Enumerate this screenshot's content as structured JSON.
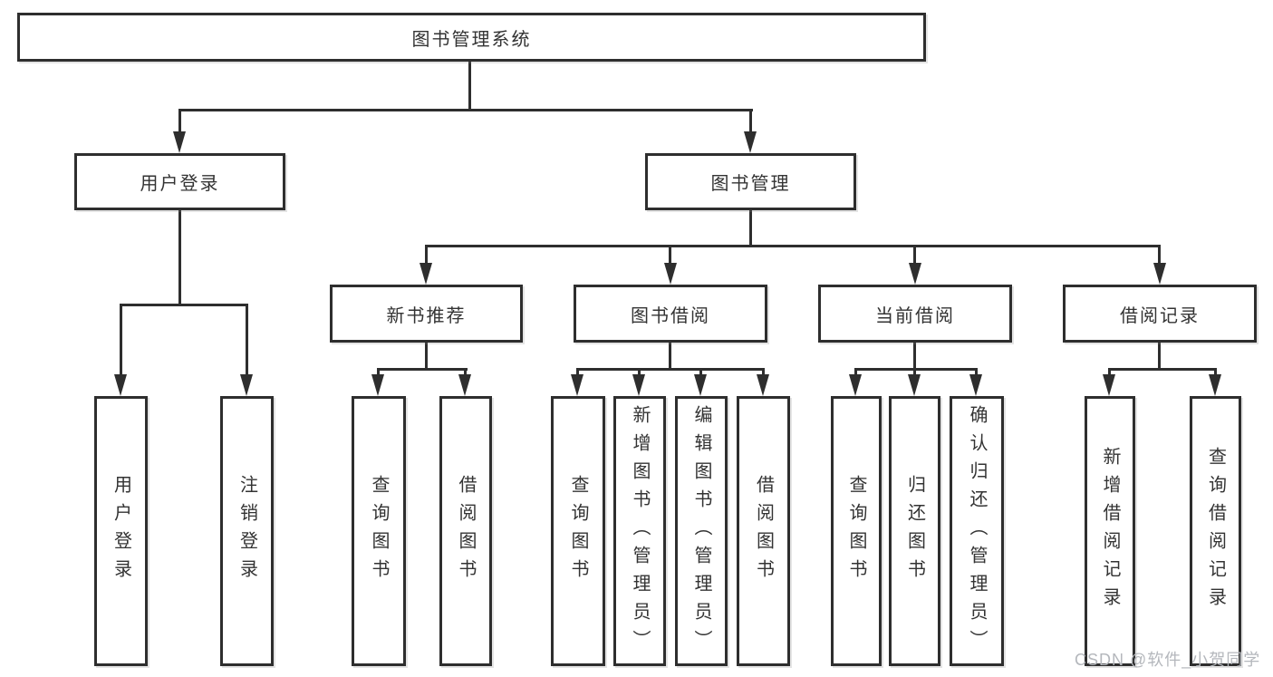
{
  "colors": {
    "background": "#ffffff",
    "line": "#2e2e2e",
    "text": "#333333",
    "box_fill": "#ffffff",
    "watermark": "#b4b7bc"
  },
  "watermark": {
    "text": "CSDN @软件_小贺同学"
  },
  "tree": {
    "root": {
      "label": "图书管理系统",
      "children": [
        {
          "label": "用户登录",
          "children": [
            {
              "label": "用户登录"
            },
            {
              "label": "注销登录"
            }
          ]
        },
        {
          "label": "图书管理",
          "children": [
            {
              "label": "新书推荐",
              "children": [
                {
                  "label": "查询图书"
                },
                {
                  "label": "借阅图书"
                }
              ]
            },
            {
              "label": "图书借阅",
              "children": [
                {
                  "label": "查询图书"
                },
                {
                  "label": "新增图书（管理员）"
                },
                {
                  "label": "编辑图书（管理员）"
                },
                {
                  "label": "借阅图书"
                }
              ]
            },
            {
              "label": "当前借阅",
              "children": [
                {
                  "label": "查询图书"
                },
                {
                  "label": "归还图书"
                },
                {
                  "label": "确认归还（管理员）"
                }
              ]
            },
            {
              "label": "借阅记录",
              "children": [
                {
                  "label": "新增借阅记录"
                },
                {
                  "label": "查询借阅记录"
                }
              ]
            }
          ]
        }
      ]
    }
  }
}
